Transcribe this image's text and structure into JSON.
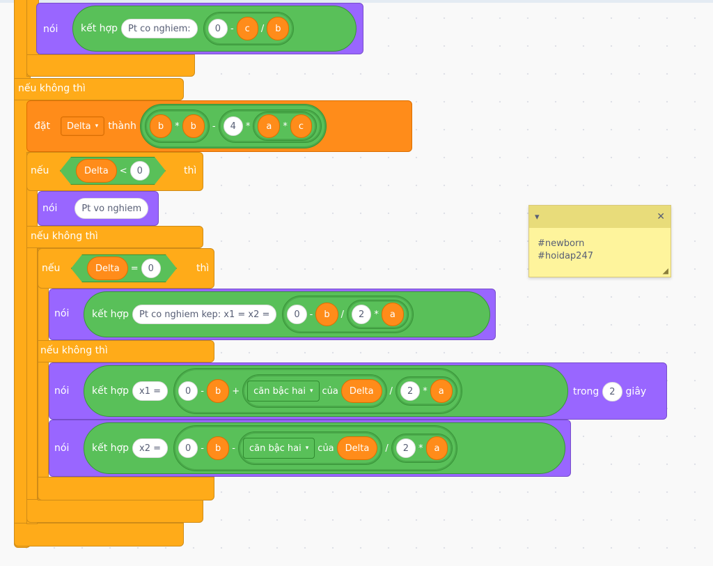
{
  "colors": {
    "control": "#ffab19",
    "looks": "#9966ff",
    "variables": "#ff8c1a",
    "operators": "#59c059",
    "note": "#fef49c",
    "canvas": "#f9f9f9"
  },
  "labels": {
    "say": "nói",
    "join": "kết hợp",
    "else": "nếu không thì",
    "if": "nếu",
    "then": "thì",
    "set": "đặt",
    "to": "thành",
    "of": "của",
    "for": "trong",
    "seconds": "giây"
  },
  "ops": {
    "minus": "-",
    "plus": "+",
    "div": "/",
    "mul": "*",
    "lt": "<",
    "eq": "="
  },
  "vars": {
    "a": "a",
    "b": "b",
    "c": "c",
    "delta": "Delta"
  },
  "nums": {
    "zero": "0",
    "two": "2",
    "four": "4"
  },
  "sqrt_fn": "căn bậc hai",
  "blocks": {
    "say1": {
      "text": "Pt co nghiem:"
    },
    "set_delta": {
      "var": "Delta"
    },
    "say_none": {
      "text": "Pt vo nghiem"
    },
    "say_double": {
      "text": "Pt co nghiem kep: x1 = x2 ="
    },
    "say_x1": {
      "text": "x1 ="
    },
    "say_x2": {
      "text": "x2 ="
    }
  },
  "note": {
    "line1": "#newborn",
    "line2": "#hoidap247",
    "collapse_icon": "caret-down-icon",
    "close_icon": "close-icon",
    "close_glyph": "✕",
    "collapse_glyph": "▾"
  }
}
